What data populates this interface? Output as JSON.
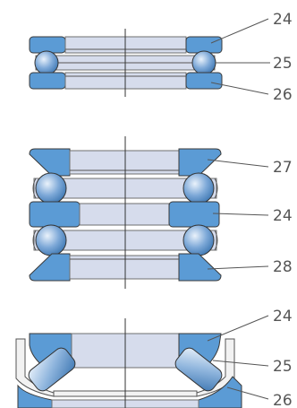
{
  "colors": {
    "ring": "#5b9bd5",
    "band": "#d6dcec",
    "ball_light": "#eaf2fb",
    "ball_dark": "#3f78b3",
    "label": "#555555"
  },
  "figure_1": {
    "labels": [
      "24",
      "25",
      "26"
    ]
  },
  "figure_2": {
    "labels": [
      "27",
      "24",
      "28"
    ]
  },
  "figure_3": {
    "labels": [
      "24",
      "25",
      "26"
    ]
  }
}
